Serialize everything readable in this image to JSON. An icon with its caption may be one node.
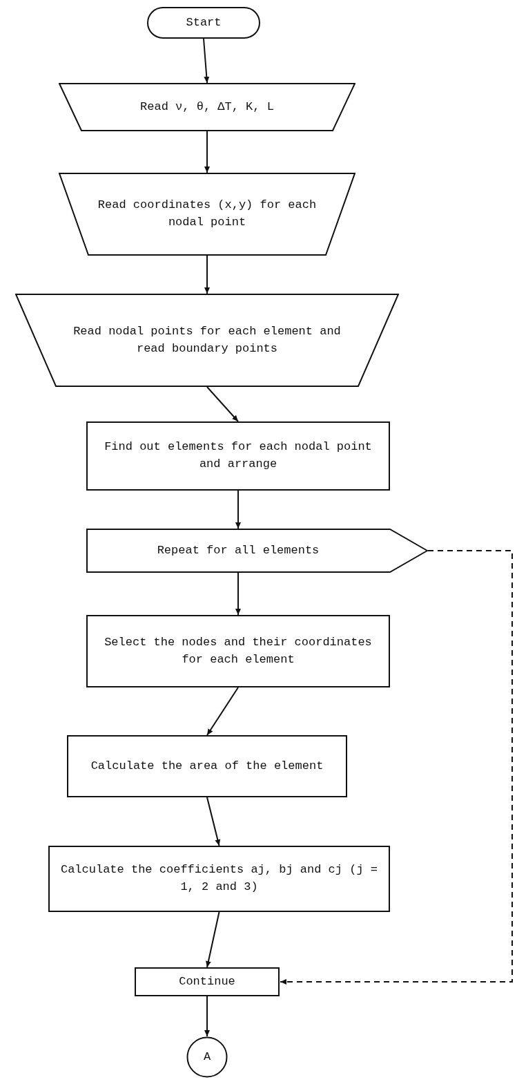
{
  "diagram": {
    "nodes": [
      {
        "text": [
          "Start"
        ]
      },
      {
        "text": [
          "Read ν, θ, ΔT, K, L"
        ]
      },
      {
        "text": [
          "Read coordinates (x,y) for each nodal point"
        ]
      },
      {
        "text": [
          "Read nodal points for each element and read boundary points"
        ]
      },
      {
        "text": [
          "Find out elements for each nodal point and arrange"
        ]
      },
      {
        "text": [
          "Repeat for all elements"
        ]
      },
      {
        "text": [
          "Select the nodes and their coordinates for each element"
        ]
      },
      {
        "text": [
          "Calculate the area of the element"
        ]
      },
      {
        "text": [
          "Calculate the coefficients aj, bj and cj (j = 1, 2 and 3)"
        ]
      },
      {
        "text": [
          "Continue"
        ]
      },
      {
        "text": [
          "A"
        ]
      }
    ],
    "edges": [
      {
        "from": 0,
        "to": 1,
        "arrow": "to"
      },
      {
        "from": 1,
        "to": 2,
        "arrow": "to"
      },
      {
        "from": 2,
        "to": 3,
        "arrow": "to"
      },
      {
        "from": 3,
        "to": 4,
        "arrow": "to"
      },
      {
        "from": 4,
        "to": 5,
        "arrow": "to"
      },
      {
        "from": 5,
        "to": 6,
        "arrow": "to"
      },
      {
        "from": 6,
        "to": 7,
        "arrow": "to"
      },
      {
        "from": 7,
        "to": 8,
        "arrow": "to"
      },
      {
        "from": 8,
        "to": 9,
        "arrow": "to"
      },
      {
        "from": 9,
        "to": 10,
        "arrow": "to"
      },
      {
        "from": 5,
        "to": 9,
        "arrow": "to",
        "style": "dashed"
      }
    ]
  }
}
